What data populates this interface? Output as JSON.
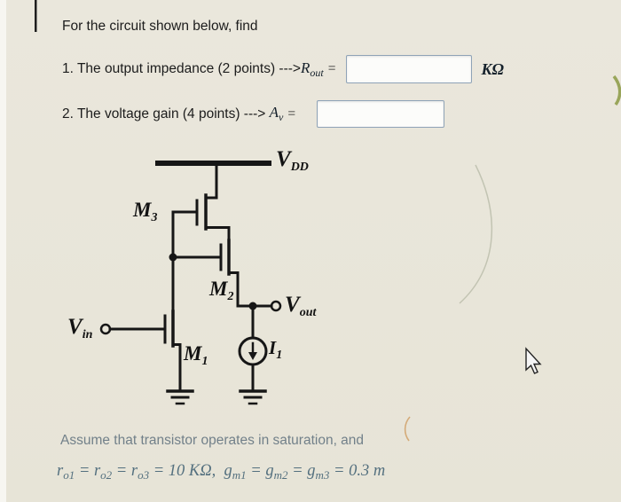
{
  "question": {
    "intro": "For the circuit shown below, find",
    "q1_prefix": "1. The output impedance (2 points) --->",
    "q1_var": "R",
    "q1_var_sub": "out",
    "q1_eq": "=",
    "q1_unit": "KΩ",
    "q1_value": "",
    "q2_prefix": "2. The voltage gain (4 points) ---> ",
    "q2_var": "A",
    "q2_var_sub": "v",
    "q2_eq": "=",
    "q2_value": ""
  },
  "circuit": {
    "vdd": {
      "main": "V",
      "sub": "DD"
    },
    "m3": {
      "main": "M",
      "sub": "3"
    },
    "m2": {
      "main": "M",
      "sub": "2"
    },
    "m1": {
      "main": "M",
      "sub": "1"
    },
    "vin": {
      "main": "V",
      "sub": "in"
    },
    "vout": {
      "main": "V",
      "sub": "out"
    },
    "i1": {
      "main": "I",
      "sub": "1"
    }
  },
  "assumption": {
    "line1": "Assume that transistor operates in saturation, and",
    "line2": [
      {
        "main": "r",
        "sub": "o1"
      },
      {
        "text": " = "
      },
      {
        "main": "r",
        "sub": "o2"
      },
      {
        "text": " = "
      },
      {
        "main": "r",
        "sub": "o3"
      },
      {
        "text": " = 10 KΩ,  "
      },
      {
        "main": "g",
        "sub": "m1"
      },
      {
        "text": " = "
      },
      {
        "main": "g",
        "sub": "m2"
      },
      {
        "text": " = "
      },
      {
        "main": "g",
        "sub": "m3"
      },
      {
        "text": " = 0.3 m"
      }
    ]
  }
}
